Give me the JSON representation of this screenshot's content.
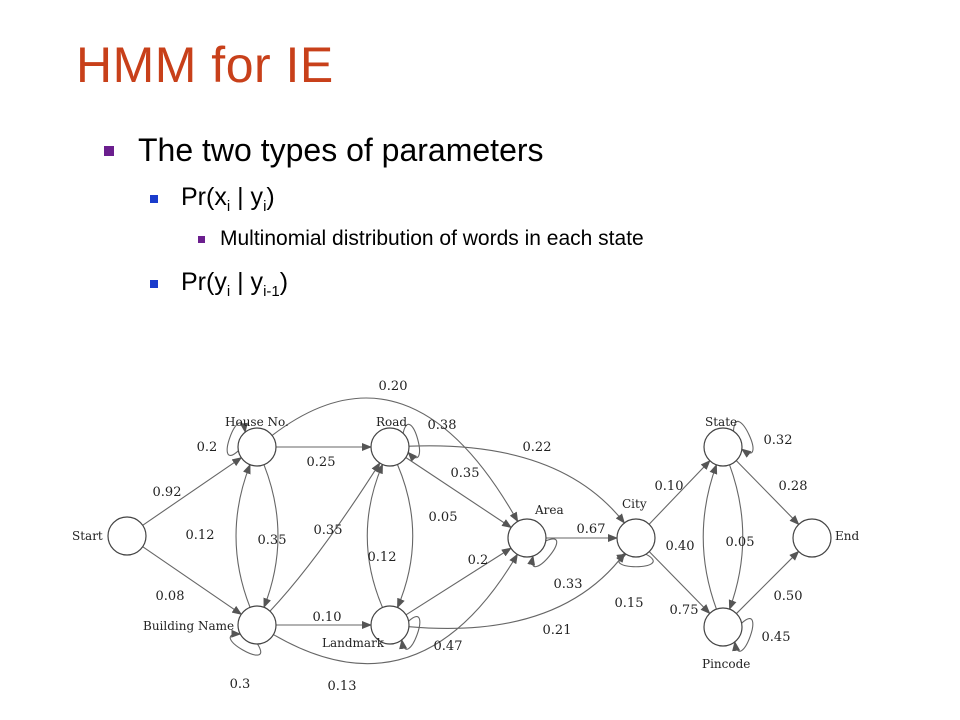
{
  "title": "HMM for IE",
  "bullets": {
    "main": "The two types of parameters",
    "param1": {
      "prefix": "Pr(x",
      "sub1": "i",
      "mid": " | y",
      "sub2": "i",
      "suffix": ")"
    },
    "sub_bullet": "Multinomial distribution of words in each state",
    "param2": {
      "prefix": "Pr(y",
      "sub1": "i",
      "mid": " | y",
      "sub2": "i-1",
      "suffix": ")"
    }
  },
  "diagram": {
    "states": [
      {
        "id": "start",
        "label": "Start"
      },
      {
        "id": "house",
        "label": "House No."
      },
      {
        "id": "building",
        "label": "Building Name"
      },
      {
        "id": "road",
        "label": "Road"
      },
      {
        "id": "landmark",
        "label": "Landmark"
      },
      {
        "id": "area",
        "label": "Area"
      },
      {
        "id": "city",
        "label": "City"
      },
      {
        "id": "state",
        "label": "State"
      },
      {
        "id": "pincode",
        "label": "Pincode"
      },
      {
        "id": "end",
        "label": "End"
      }
    ],
    "transitions": [
      {
        "from": "start",
        "to": "house",
        "p": "0.92"
      },
      {
        "from": "start",
        "to": "building",
        "p": "0.08"
      },
      {
        "from": "house",
        "to": "house",
        "p": "0.2"
      },
      {
        "from": "house",
        "to": "road",
        "p": "0.25"
      },
      {
        "from": "house",
        "to": "building",
        "p": "0.35"
      },
      {
        "from": "house",
        "to": "area",
        "p": "0.20"
      },
      {
        "from": "building",
        "to": "house",
        "p": "0.12"
      },
      {
        "from": "building",
        "to": "building",
        "p": "0.3"
      },
      {
        "from": "building",
        "to": "road",
        "p": "0.35"
      },
      {
        "from": "building",
        "to": "landmark",
        "p": "0.10"
      },
      {
        "from": "building",
        "to": "area",
        "p": "0.13"
      },
      {
        "from": "road",
        "to": "road",
        "p": "0.38"
      },
      {
        "from": "road",
        "to": "area",
        "p": "0.35"
      },
      {
        "from": "road",
        "to": "landmark",
        "p": "0.05"
      },
      {
        "from": "road",
        "to": "city",
        "p": "0.22"
      },
      {
        "from": "landmark",
        "to": "road",
        "p": "0.12"
      },
      {
        "from": "landmark",
        "to": "landmark",
        "p": "0.47"
      },
      {
        "from": "landmark",
        "to": "area",
        "p": "0.2"
      },
      {
        "from": "landmark",
        "to": "city",
        "p": "0.21"
      },
      {
        "from": "area",
        "to": "area",
        "p": "0.33"
      },
      {
        "from": "area",
        "to": "city",
        "p": "0.67"
      },
      {
        "from": "city",
        "to": "city",
        "p": "0.15"
      },
      {
        "from": "city",
        "to": "state",
        "p": "0.10"
      },
      {
        "from": "city",
        "to": "pincode",
        "p": "0.75"
      },
      {
        "from": "state",
        "to": "state",
        "p": "0.32"
      },
      {
        "from": "state",
        "to": "end",
        "p": "0.28"
      },
      {
        "from": "state",
        "to": "pincode",
        "p": "0.05"
      },
      {
        "from": "pincode",
        "to": "state",
        "p": "0.40"
      },
      {
        "from": "pincode",
        "to": "pincode",
        "p": "0.45"
      },
      {
        "from": "pincode",
        "to": "end",
        "p": "0.50"
      }
    ]
  }
}
